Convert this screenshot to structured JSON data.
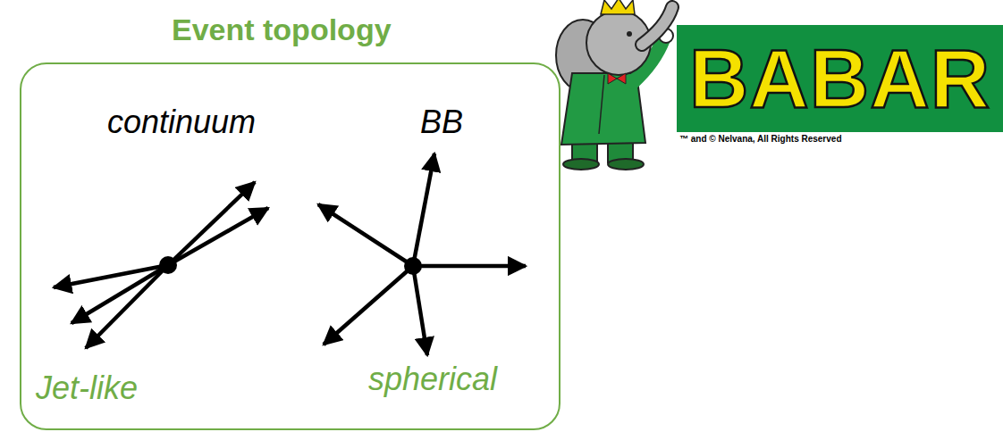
{
  "diagram": {
    "nodes": [
      {
        "text": [
          "Event topology",
          "continuum",
          "BB",
          "Jet-like",
          "spherical"
        ]
      },
      {
        "text": [
          "BABAR"
        ]
      }
    ],
    "labels": [
      "™ and © Nelvana, All Rights Reserved"
    ]
  }
}
